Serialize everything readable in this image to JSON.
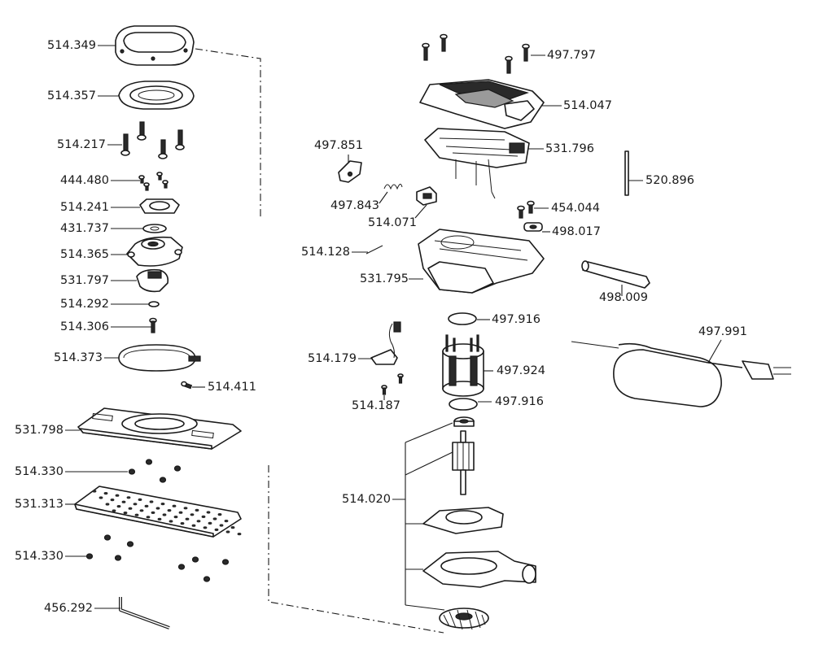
{
  "parts": [
    {
      "id": "p514349",
      "number": "514.349"
    },
    {
      "id": "p514357",
      "number": "514.357"
    },
    {
      "id": "p514217",
      "number": "514.217"
    },
    {
      "id": "p444480",
      "number": "444.480"
    },
    {
      "id": "p514241",
      "number": "514.241"
    },
    {
      "id": "p431737",
      "number": "431.737"
    },
    {
      "id": "p514365",
      "number": "514.365"
    },
    {
      "id": "p531797",
      "number": "531.797"
    },
    {
      "id": "p514292",
      "number": "514.292"
    },
    {
      "id": "p514306",
      "number": "514.306"
    },
    {
      "id": "p514373",
      "number": "514.373"
    },
    {
      "id": "p514411",
      "number": "514.411"
    },
    {
      "id": "p531798",
      "number": "531.798"
    },
    {
      "id": "p514330a",
      "number": "514.330"
    },
    {
      "id": "p531313",
      "number": "531.313"
    },
    {
      "id": "p514330b",
      "number": "514.330"
    },
    {
      "id": "p456292",
      "number": "456.292"
    },
    {
      "id": "p497797",
      "number": "497.797"
    },
    {
      "id": "p514047",
      "number": "514.047"
    },
    {
      "id": "p497851",
      "number": "497.851"
    },
    {
      "id": "p531796",
      "number": "531.796"
    },
    {
      "id": "p520896",
      "number": "520.896"
    },
    {
      "id": "p497843",
      "number": "497.843"
    },
    {
      "id": "p454044",
      "number": "454.044"
    },
    {
      "id": "p514071",
      "number": "514.071"
    },
    {
      "id": "p498017",
      "number": "498.017"
    },
    {
      "id": "p514128",
      "number": "514.128"
    },
    {
      "id": "p531795",
      "number": "531.795"
    },
    {
      "id": "p498009",
      "number": "498.009"
    },
    {
      "id": "p497916a",
      "number": "497.916"
    },
    {
      "id": "p497991",
      "number": "497.991"
    },
    {
      "id": "p514179",
      "number": "514.179"
    },
    {
      "id": "p497924",
      "number": "497.924"
    },
    {
      "id": "p514187",
      "number": "514.187"
    },
    {
      "id": "p497916b",
      "number": "497.916"
    },
    {
      "id": "p514020",
      "number": "514.020"
    }
  ]
}
